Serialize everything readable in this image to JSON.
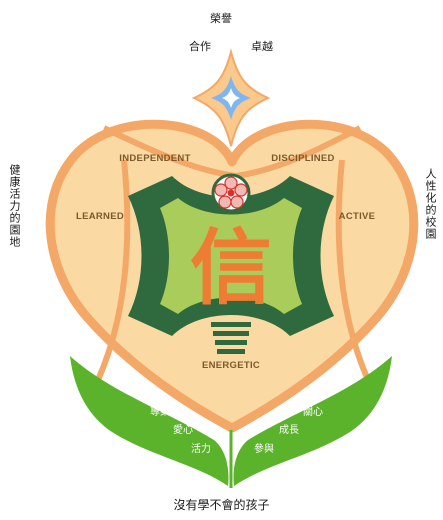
{
  "top": {
    "title": "榮譽",
    "left": "合作",
    "right": "卓越"
  },
  "side": {
    "left": "健康活力的園地",
    "right": "人性化的校園"
  },
  "values": {
    "independent": "INDEPENDENT",
    "disciplined": "DISCIPLINED",
    "learned": "LEARNED",
    "active": "ACTIVE",
    "energetic": "ENERGETIC"
  },
  "center_char": "信",
  "leaves": {
    "left": [
      "專業",
      "愛心",
      "活力"
    ],
    "right": [
      "關心",
      "成長",
      "參與"
    ]
  },
  "bottom": "沒有學不會的孩子",
  "colors": {
    "heart_fill": "#fbd9a3",
    "heart_stroke": "#f4a868",
    "dark_green": "#2f6a3e",
    "light_green": "#a9cc5a",
    "leaf_green": "#5bb22b",
    "star_outer": "#fbc98c",
    "star_inner": "#7fb6ef",
    "char_orange": "#ee7d33",
    "emblem_red": "#d9302c"
  }
}
